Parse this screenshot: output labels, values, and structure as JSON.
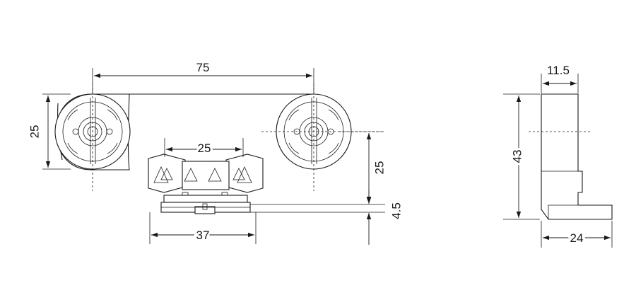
{
  "dimensions": {
    "width_75": "75",
    "height_25_left": "25",
    "center_25": "25",
    "height_25_right": "25",
    "height_4_5": "4.5",
    "width_37": "37",
    "depth_11_5": "11.5",
    "height_43": "43",
    "width_24": "24"
  },
  "colors": {
    "line": "#1a1a1a",
    "background": "#ffffff"
  }
}
